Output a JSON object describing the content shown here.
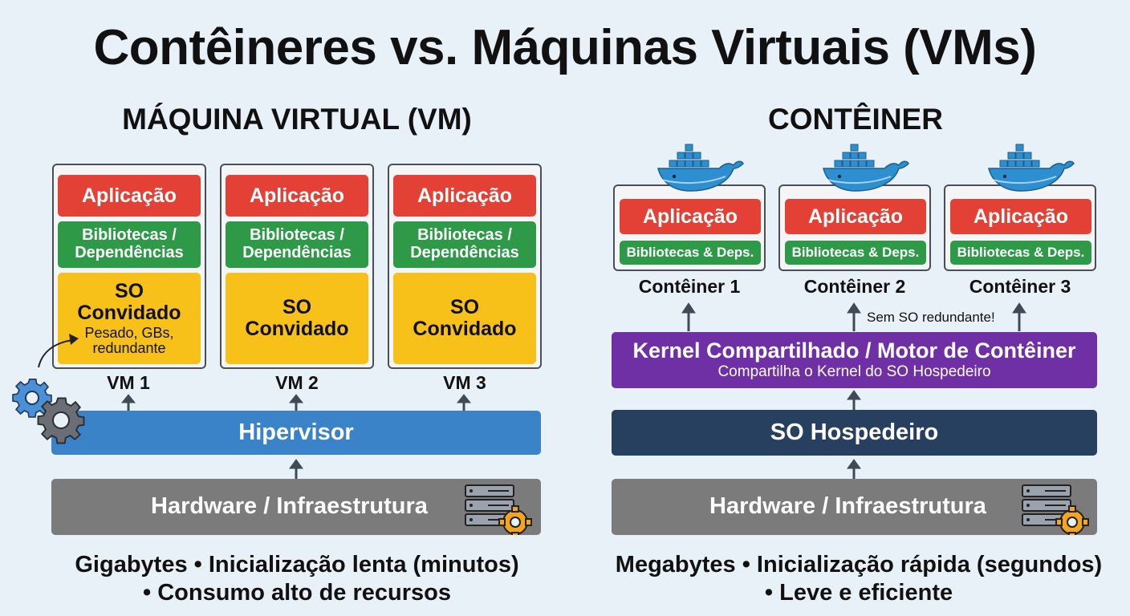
{
  "title": "Contêineres vs. Máquinas Virtuais (VMs)",
  "vm_section": {
    "heading": "MÁQUINA VIRTUAL (VM)",
    "vms": [
      {
        "app": "Aplicação",
        "libs": "Bibliotecas / Dependências",
        "os": "SO Convidado",
        "os_note": "Pesado, GBs, redundante",
        "label": "VM 1"
      },
      {
        "app": "Aplicação",
        "libs": "Bibliotecas / Dependências",
        "os": "SO Convidado",
        "label": "VM 2"
      },
      {
        "app": "Aplicação",
        "libs": "Bibliotecas / Dependências",
        "os": "SO Convidado",
        "label": "VM 3"
      }
    ],
    "hypervisor": "Hipervisor",
    "hardware": "Hardware / Infraestrutura",
    "footer_line1": "Gigabytes • Inicialização lenta (minutos)",
    "footer_line2": "• Consumo alto de recursos"
  },
  "container_section": {
    "heading": "CONTÊINER",
    "containers": [
      {
        "app": "Aplicação",
        "libs": "Bibliotecas & Deps.",
        "label": "Contêiner 1"
      },
      {
        "app": "Aplicação",
        "libs": "Bibliotecas & Deps.",
        "label": "Contêiner 2"
      },
      {
        "app": "Aplicação",
        "libs": "Bibliotecas & Deps.",
        "label": "Contêiner 3"
      }
    ],
    "note": "Sem SO redundante!",
    "kernel": "Kernel Compartilhado / Motor de Contêiner",
    "kernel_sub": "Compartilha o Kernel do SO Hospedeiro",
    "host_os": "SO Hospedeiro",
    "hardware": "Hardware / Infraestrutura",
    "footer_line1": "Megabytes • Inicialização rápida (segundos)",
    "footer_line2": "• Leve e eficiente"
  },
  "colors": {
    "app": "#e34135",
    "libs": "#2e9a48",
    "guest_os": "#f7c11a",
    "hypervisor": "#3a83c8",
    "hardware": "#7b7b7b",
    "kernel": "#7030a5",
    "host_os": "#27405f",
    "docker": "#2d8fcf"
  },
  "icons": [
    "gears-icon",
    "server-gear-icon",
    "docker-whale-icon",
    "arrow-up-icon"
  ]
}
